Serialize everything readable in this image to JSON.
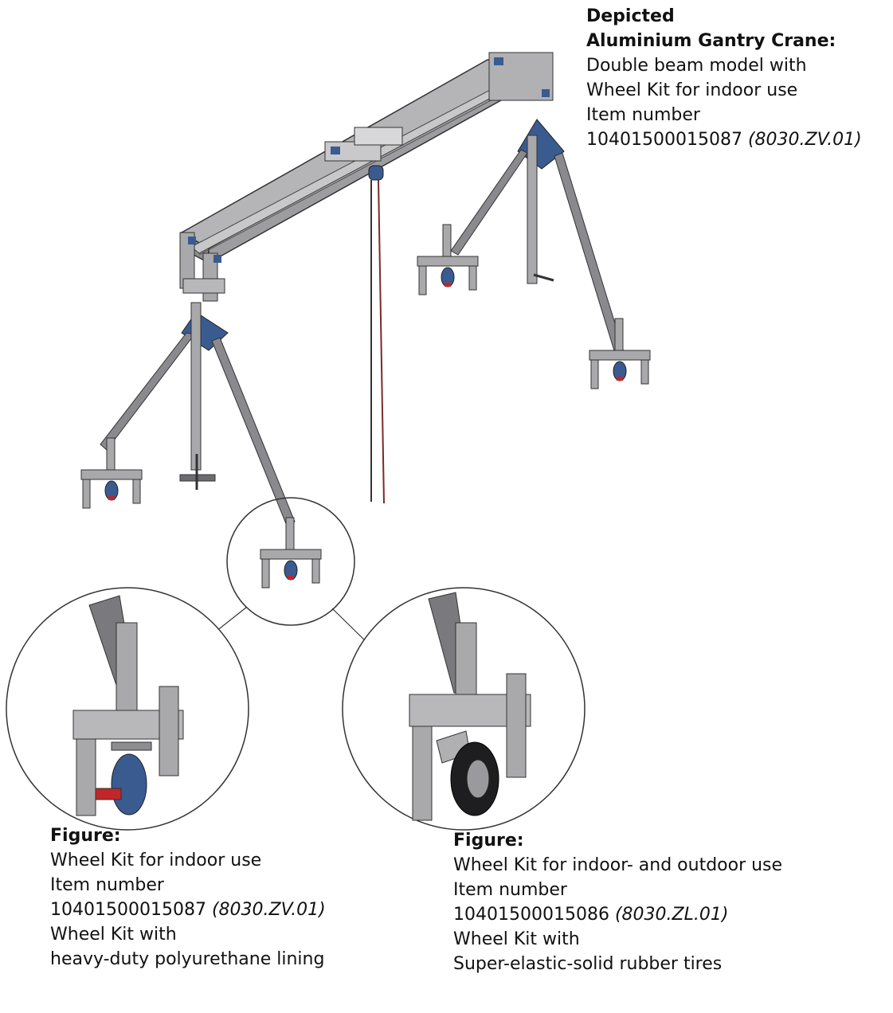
{
  "main_caption": {
    "heading1": "Depicted",
    "heading2": "Aluminium Gantry Crane:",
    "line1": "Double beam model with",
    "line2": "Wheel Kit for indoor use",
    "line3": "Item number",
    "item_number": "10401500015087",
    "item_code": "(8030.ZV.01)"
  },
  "left_caption": {
    "heading": "Figure:",
    "line1": "Wheel Kit for indoor use",
    "line2": "Item number",
    "item_number": "10401500015087",
    "item_code": "(8030.ZV.01)",
    "line3": "Wheel Kit with",
    "line4": "heavy-duty polyurethane lining"
  },
  "right_caption": {
    "heading": "Figure:",
    "line1": "Wheel Kit for indoor- and outdoor use",
    "line2": "Item number",
    "item_number": "10401500015086",
    "item_code": "(8030.ZL.01)",
    "line3": "Wheel Kit with",
    "line4": "Super-elastic-solid rubber tires"
  },
  "colors": {
    "steel": "#a9a9ab",
    "steel_dark": "#6c6c70",
    "blue_plate": "#3a5b8f",
    "red_brake": "#c0262a"
  }
}
